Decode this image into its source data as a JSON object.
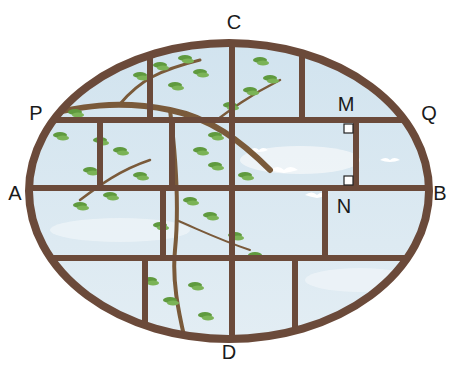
{
  "diagram": {
    "labels": [
      "C",
      "P",
      "M",
      "Q",
      "A",
      "B",
      "N",
      "D"
    ]
  }
}
